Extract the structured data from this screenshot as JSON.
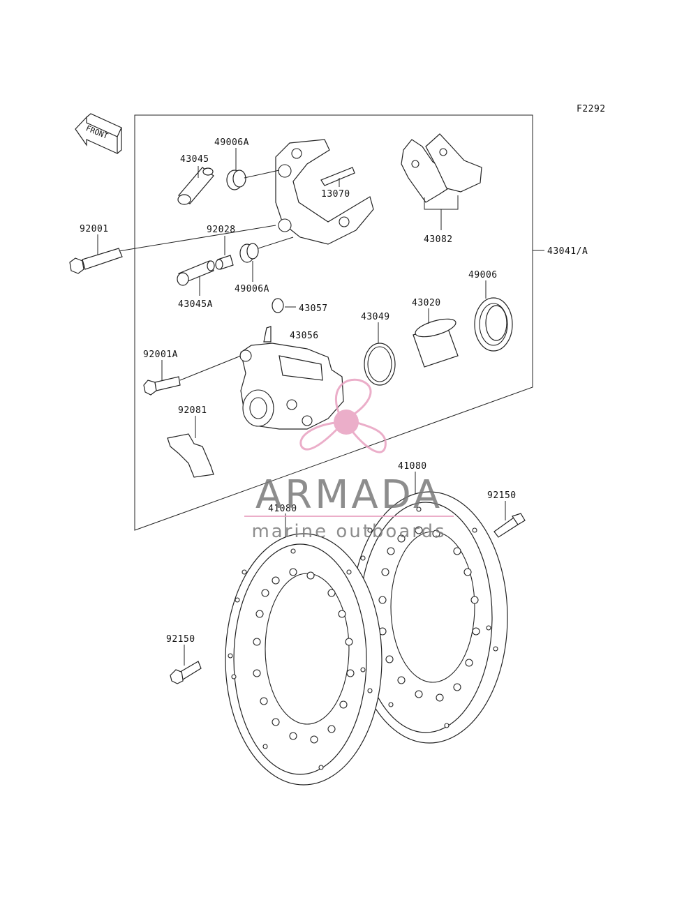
{
  "diagram": {
    "code": "F2292",
    "front_label": "FRONT",
    "assembly_label": "43041/A",
    "parts": {
      "p43045": "43045",
      "p49006A_top": "49006A",
      "p13070": "13070",
      "p43082": "43082",
      "p92001": "92001",
      "p92028": "92028",
      "p49006A_bottom": "49006A",
      "p43045A": "43045A",
      "p43057": "43057",
      "p43056": "43056",
      "p43049": "43049",
      "p43020": "43020",
      "p49006": "49006",
      "p92001A": "92001A",
      "p92081": "92081",
      "p41080_right": "41080",
      "p41080_left": "41080",
      "p92150_right": "92150",
      "p92150_left": "92150"
    }
  },
  "watermark": {
    "brand": "ARMADA",
    "tagline": "marine outboards",
    "color_pink": "#e8a0c0",
    "color_gray": "#7a7a7a"
  }
}
